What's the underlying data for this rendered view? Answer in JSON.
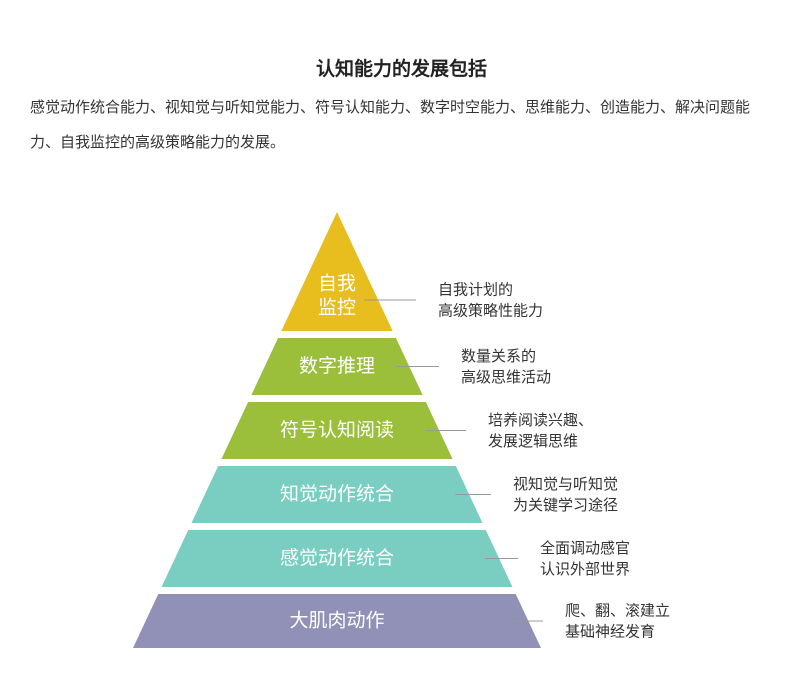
{
  "title": "认知能力的发展包括",
  "intro": "感觉动作统合能力、视知觉与听知觉能力、符号认知能力、数字时空能力、思维能力、创造能力、解决问题能力、自我监控的高级策略能力的发展。",
  "colors": {
    "yellow": "#E8BD1E",
    "green": "#9BBF3B",
    "teal": "#79CDC1",
    "purple": "#9191B7",
    "connector": "#999999"
  },
  "levels": [
    {
      "label_lines": [
        "自我",
        "监控"
      ],
      "color": "yellow",
      "note_lines": [
        "自我计划的",
        "高级策略性能力"
      ]
    },
    {
      "label_lines": [
        "数字推理"
      ],
      "color": "green",
      "note_lines": [
        "数量关系的",
        "高级思维活动"
      ]
    },
    {
      "label_lines": [
        "符号认知阅读"
      ],
      "color": "green",
      "note_lines": [
        "培养阅读兴趣、",
        "发展逻辑思维"
      ]
    },
    {
      "label_lines": [
        "知觉动作统合"
      ],
      "color": "teal",
      "note_lines": [
        "视知觉与听知觉",
        "为关键学习途径"
      ]
    },
    {
      "label_lines": [
        "感觉动作统合"
      ],
      "color": "teal",
      "note_lines": [
        "全面调动感官",
        "认识外部世界"
      ]
    },
    {
      "label_lines": [
        "大肌肉动作"
      ],
      "color": "purple",
      "note_lines": [
        "爬、翻、滚建立",
        "基础神经发育"
      ]
    }
  ]
}
